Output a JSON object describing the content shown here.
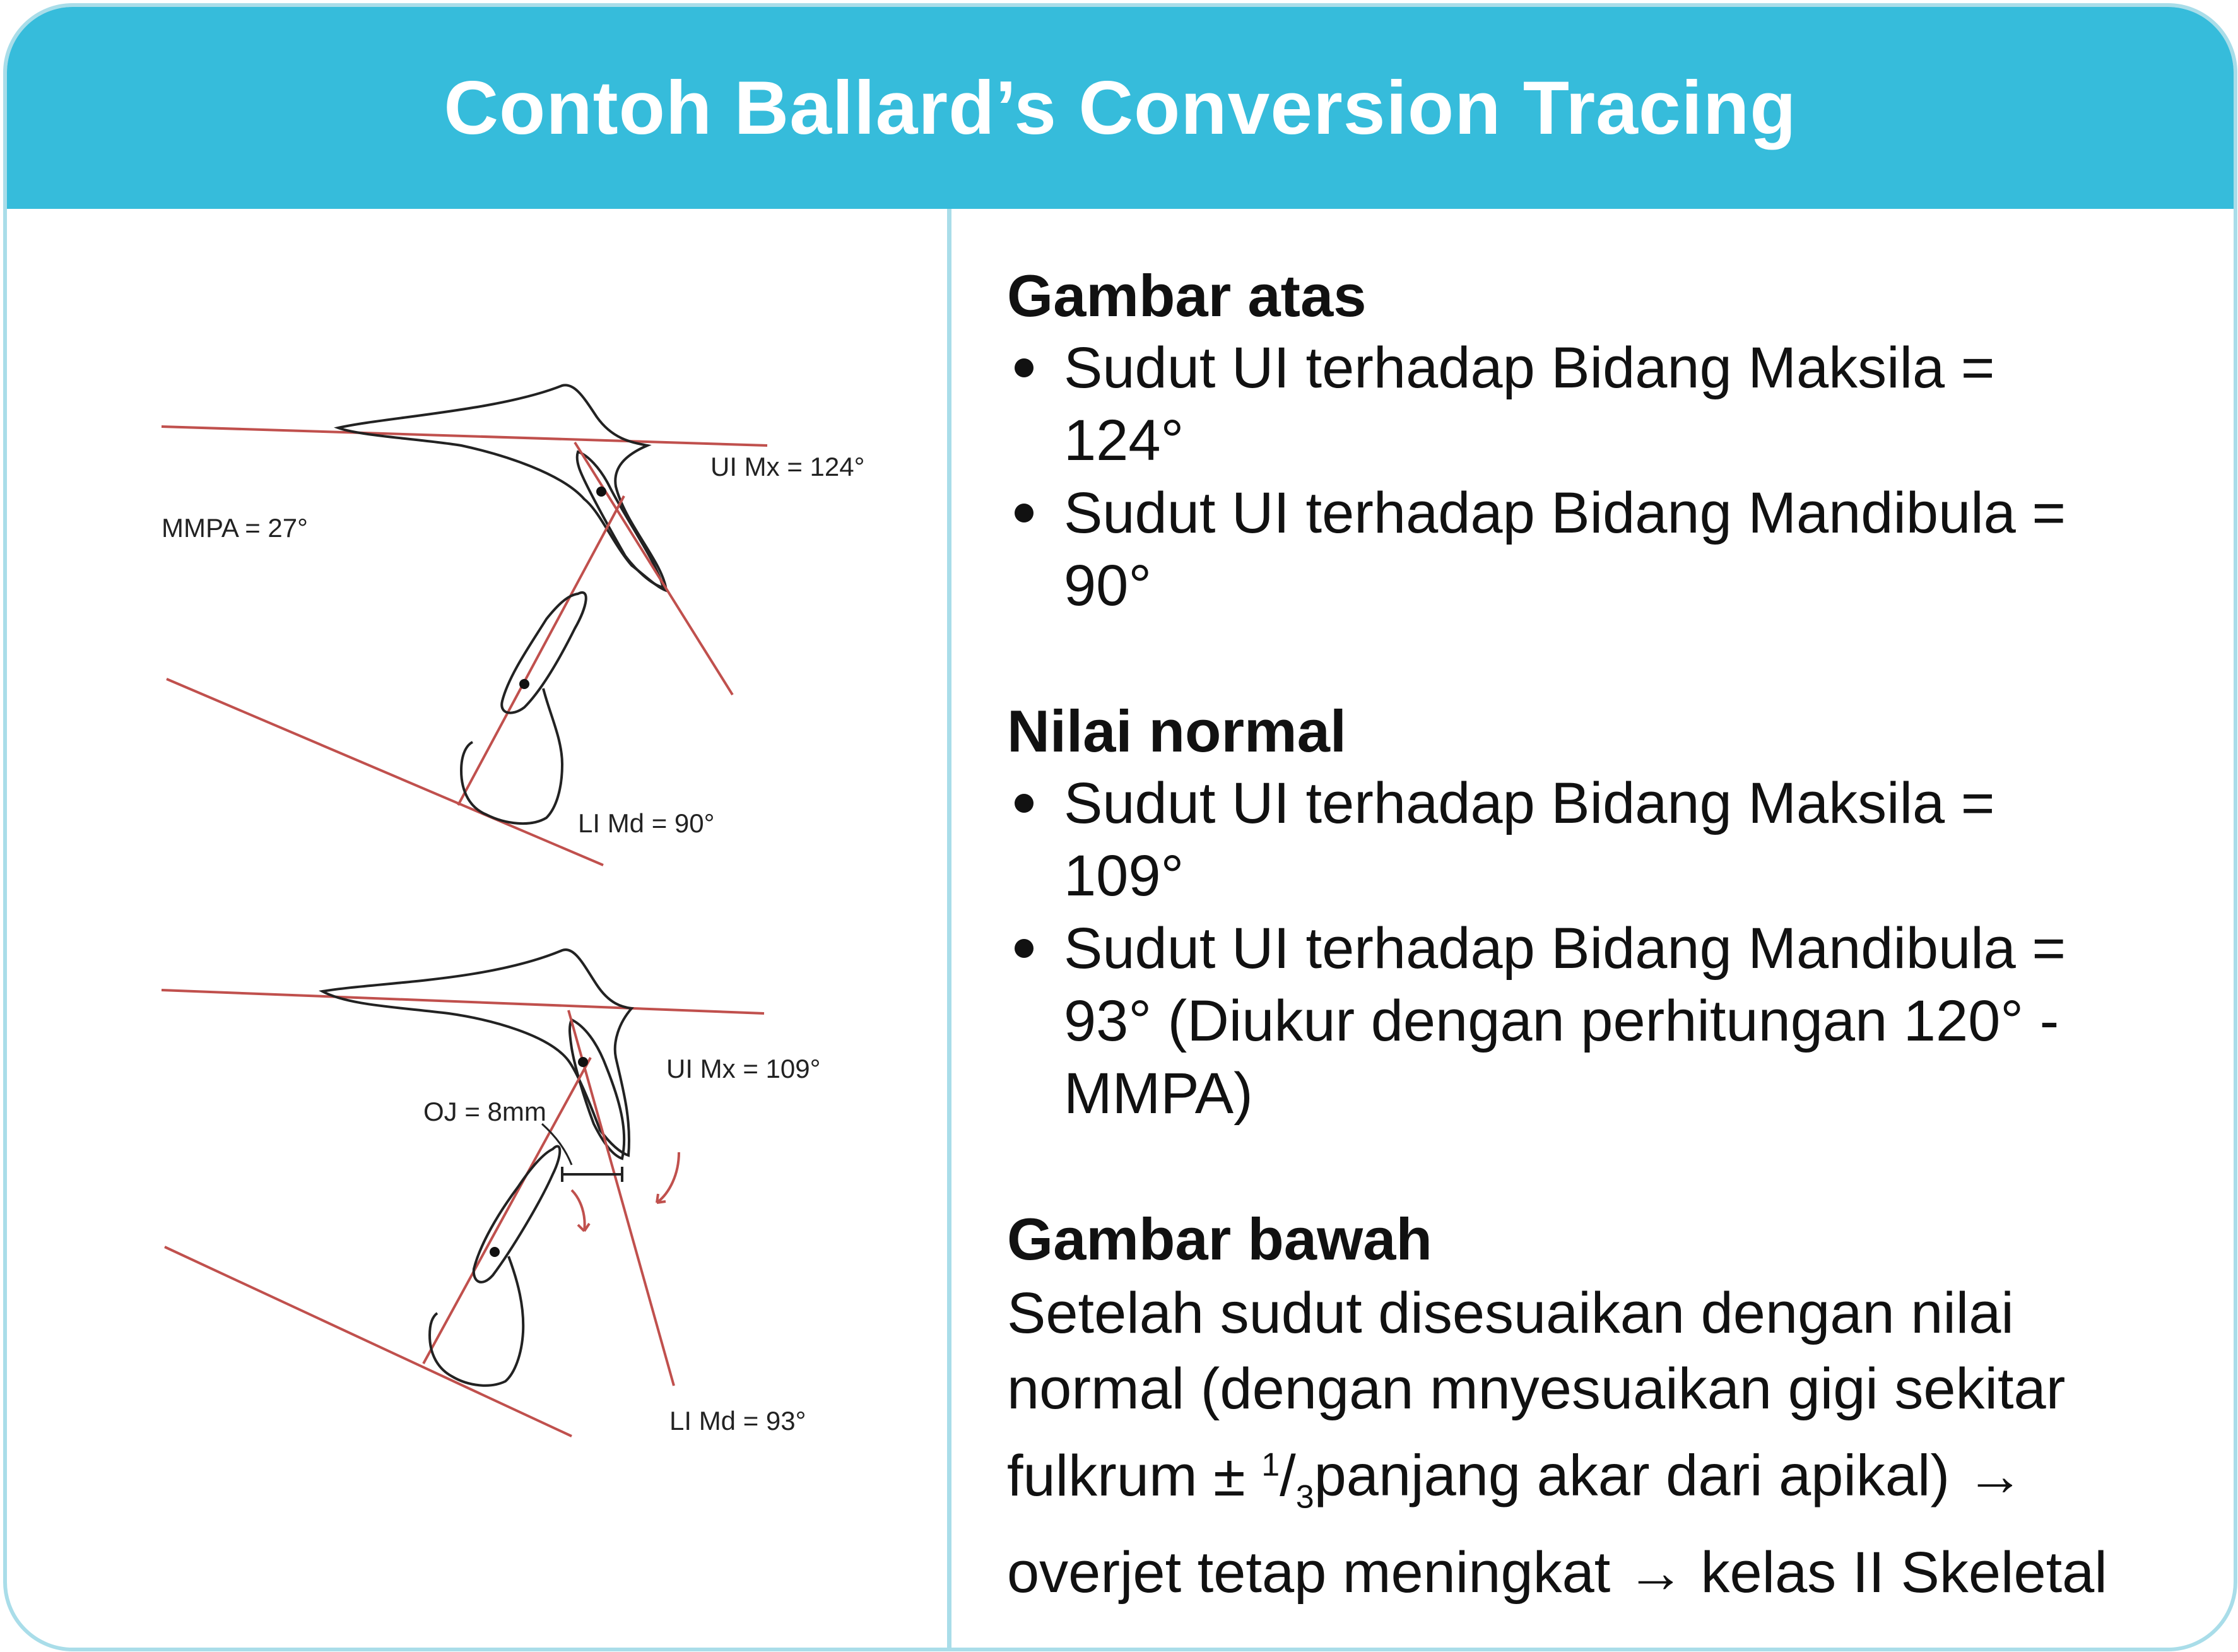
{
  "header": {
    "title": "Contoh Ballard’s Conversion Tracing"
  },
  "diagram_top": {
    "mmpa_label": "MMPA = 27°",
    "ui_mx_label": "UI Mx = 124°",
    "li_md_label": "LI Md = 90°"
  },
  "diagram_bottom": {
    "ui_mx_label": "UI Mx = 109°",
    "oj_label": "OJ = 8mm",
    "li_md_label": "LI Md = 93°"
  },
  "text": {
    "section1": {
      "title": "Gambar atas",
      "items": [
        {
          "line1": "Sudut UI terhadap Bidang Maksila =",
          "line2": "124°"
        },
        {
          "line1": "Sudut UI terhadap Bidang Mandibula =",
          "line2": "90°"
        }
      ]
    },
    "section2": {
      "title": "Nilai normal",
      "items": [
        {
          "line1": "Sudut UI terhadap Bidang Maksila =",
          "line2": "109°"
        },
        {
          "line1": "Sudut UI terhadap Bidang Mandibula =",
          "line2": "93° (Diukur dengan perhitungan 120° -",
          "line3": "MMPA)"
        }
      ]
    },
    "section3": {
      "title": "Gambar bawah",
      "line1": "Setelah sudut disesuaikan dengan nilai",
      "line2": "normal (dengan mnyesuaikan gigi sekitar",
      "line3_pre": "fulkrum ± ",
      "frac_num": "1",
      "frac_den": "3",
      "line3_post": "panjang akar dari apikal) →",
      "line4": "overjet tetap meningkat → kelas II Skeletal"
    }
  },
  "colors": {
    "accent": "#36bcdb",
    "border": "#a9dde9",
    "line_red": "#c0504d"
  }
}
